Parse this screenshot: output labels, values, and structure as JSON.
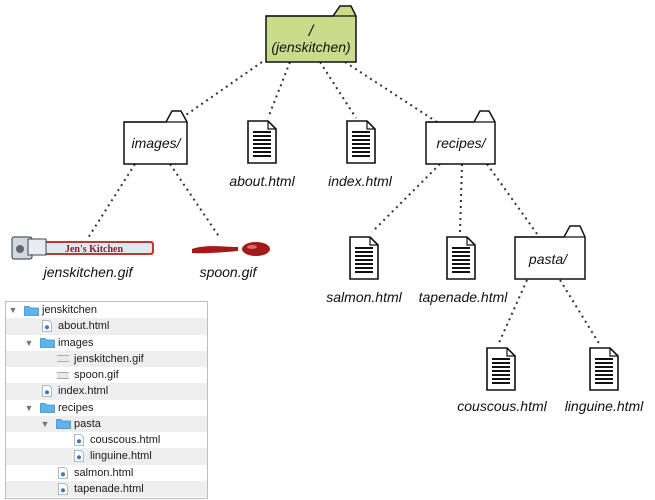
{
  "diagram": {
    "root": {
      "title": "/",
      "subtitle": "(jenskitchen)"
    },
    "folders": {
      "images": "images/",
      "recipes": "recipes/",
      "pasta": "pasta/"
    },
    "files": {
      "about": "about.html",
      "index": "index.html",
      "jenskitchen_gif": "jenskitchen.gif",
      "spoon_gif": "spoon.gif",
      "salmon": "salmon.html",
      "tapenade": "tapenade.html",
      "couscous": "couscous.html",
      "linguine": "linguine.html"
    },
    "logo_text": "Jen's Kitchen",
    "colors": {
      "root_fill": "#c8dc8c",
      "spoon": "#a31a1a",
      "folder_icon": "#5fb2ea"
    }
  },
  "tree": {
    "rows": [
      {
        "label": "jenskitchen",
        "type": "folder",
        "expanded": true
      },
      {
        "label": "about.html",
        "type": "html"
      },
      {
        "label": "images",
        "type": "folder",
        "expanded": true
      },
      {
        "label": "jenskitchen.gif",
        "type": "gif"
      },
      {
        "label": "spoon.gif",
        "type": "gif"
      },
      {
        "label": "index.html",
        "type": "html"
      },
      {
        "label": "recipes",
        "type": "folder",
        "expanded": true
      },
      {
        "label": "pasta",
        "type": "folder",
        "expanded": true
      },
      {
        "label": "couscous.html",
        "type": "html"
      },
      {
        "label": "linguine.html",
        "type": "html"
      },
      {
        "label": "salmon.html",
        "type": "html"
      },
      {
        "label": "tapenade.html",
        "type": "html"
      }
    ]
  }
}
